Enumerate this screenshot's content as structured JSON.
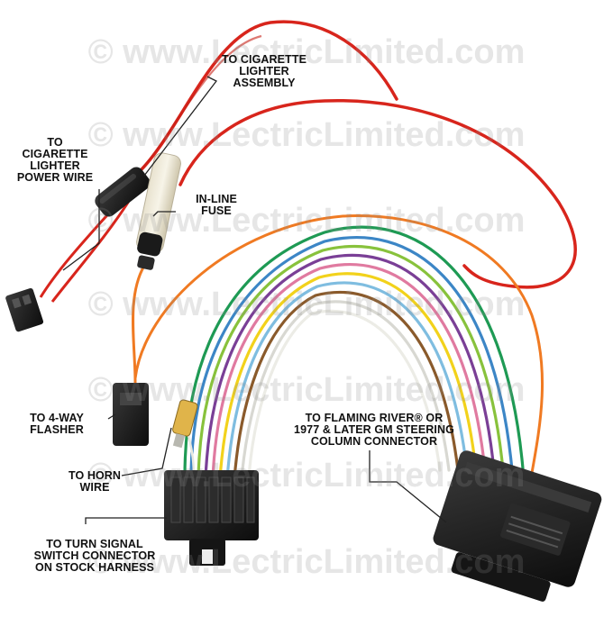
{
  "watermark": "© www.LectricLimited.com",
  "labels": {
    "cigarette_power": [
      "TO",
      "CIGARETTE",
      "LIGHTER",
      "POWER WIRE"
    ],
    "cigarette_assembly": [
      "TO CIGARETTE",
      "LIGHTER",
      "ASSEMBLY"
    ],
    "inline_fuse": [
      "IN-LINE",
      "FUSE"
    ],
    "flasher": [
      "TO 4-WAY",
      "FLASHER"
    ],
    "horn": [
      "TO HORN",
      "WIRE"
    ],
    "turn_signal": [
      "TO TURN SIGNAL",
      "SWITCH CONNECTOR",
      "ON STOCK HARNESS"
    ],
    "flaming_river": [
      "TO FLAMING RIVER® OR",
      "1977 & LATER GM STEERING",
      "COLUMN CONNECTOR"
    ]
  },
  "colors": {
    "red": "#d8251c",
    "orange": "#f07a22",
    "yellow": "#f2d21b",
    "green": "#1e9a54",
    "lightgreen": "#88c23c",
    "blue": "#3c86c6",
    "lightblue": "#7fbde0",
    "purple": "#7a3f96",
    "pink": "#e07aa0",
    "brown": "#8a5a2b",
    "white": "#f1f1ec",
    "connector": "#1d1d1d"
  }
}
